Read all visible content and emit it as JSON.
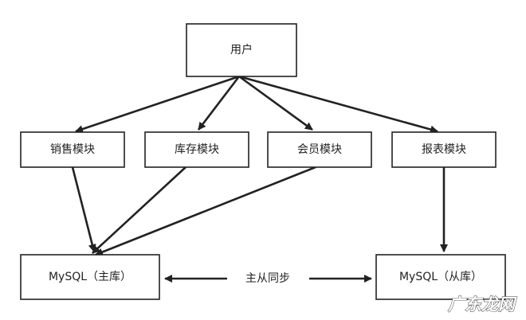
{
  "nodes": {
    "user": "用户",
    "sales": "销售模块",
    "inventory": "库存模块",
    "member": "会员模块",
    "report": "报表模块",
    "mysql_master": "MySQL（主库）",
    "mysql_slave": "MySQL（从库）"
  },
  "sync_label": "主从同步",
  "watermark": "广东龙网"
}
